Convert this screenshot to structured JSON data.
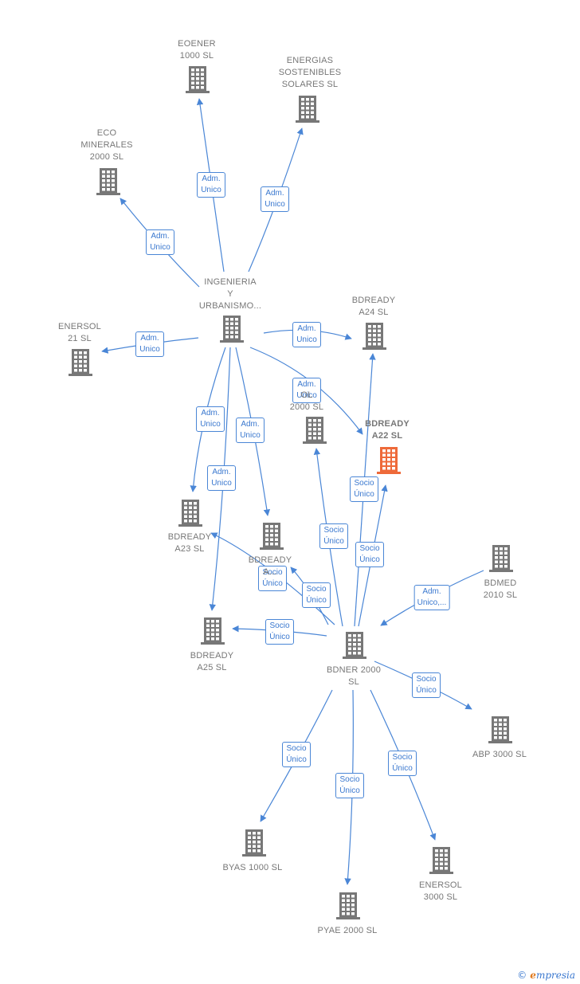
{
  "colors": {
    "edge": "#4a86d6",
    "node": "#777777",
    "highlight": "#ee6a3a"
  },
  "icon": "building-icon",
  "nodes": [
    {
      "id": "eoener",
      "label": "EOENER\n1000  SL"
    },
    {
      "id": "energias",
      "label": "ENERGIAS\nSOSTENIBLES\nSOLARES  SL"
    },
    {
      "id": "eco",
      "label": "ECO\nMINERALES\n2000  SL"
    },
    {
      "id": "ingenieria",
      "label": "INGENIERIA\nY\nURBANISMO..."
    },
    {
      "id": "enersol21",
      "label": "ENERSOL\n21  SL"
    },
    {
      "id": "bdready24",
      "label": "BDREADY\nA24  SL"
    },
    {
      "id": "bdready22",
      "label": "BDREADY\nA22  SL",
      "highlight": true
    },
    {
      "id": "x2000",
      "label": "OL\n2000  SL"
    },
    {
      "id": "bdready23",
      "label": "BDREADY\nA23  SL"
    },
    {
      "id": "bdreadyx",
      "label": "BDREADY\nA..."
    },
    {
      "id": "bdmed",
      "label": "BDMED\n2010  SL"
    },
    {
      "id": "bdready25",
      "label": "BDREADY\nA25  SL"
    },
    {
      "id": "bdner",
      "label": "BDNER 2000\nSL"
    },
    {
      "id": "abp",
      "label": "ABP 3000  SL"
    },
    {
      "id": "byas",
      "label": "BYAS 1000  SL"
    },
    {
      "id": "pyae",
      "label": "PYAE 2000  SL"
    },
    {
      "id": "enersol3000",
      "label": "ENERSOL\n3000  SL"
    }
  ],
  "edges": [
    {
      "from": "ingenieria",
      "to": "eoener",
      "label": "Adm.\nUnico"
    },
    {
      "from": "ingenieria",
      "to": "energias",
      "label": "Adm.\nUnico"
    },
    {
      "from": "ingenieria",
      "to": "eco",
      "label": "Adm.\nUnico"
    },
    {
      "from": "ingenieria",
      "to": "enersol21",
      "label": "Adm.\nUnico"
    },
    {
      "from": "ingenieria",
      "to": "bdready24",
      "label": "Adm.\nUnico"
    },
    {
      "from": "ingenieria",
      "to": "bdready22",
      "label": "Adm.\nUnico"
    },
    {
      "from": "ingenieria",
      "to": "bdready23",
      "label": "Adm.\nUnico"
    },
    {
      "from": "ingenieria",
      "to": "bdreadyx",
      "label": "Adm.\nUnico"
    },
    {
      "from": "ingenieria",
      "to": "bdready25",
      "label": "Adm.\nUnico"
    },
    {
      "from": "bdner",
      "to": "bdready22",
      "label": "Socio\nÚnico"
    },
    {
      "from": "bdner",
      "to": "x2000",
      "label": "Socio\nÚnico"
    },
    {
      "from": "bdner",
      "to": "bdready24",
      "label": "Socio\nÚnico"
    },
    {
      "from": "bdner",
      "to": "bdready23",
      "label": "Socio\nÚnico"
    },
    {
      "from": "bdner",
      "to": "bdreadyx",
      "label": "Socio\nÚnico"
    },
    {
      "from": "bdmed",
      "to": "bdner",
      "label": "Adm.\nUnico,..."
    },
    {
      "from": "bdner",
      "to": "bdready25",
      "label": "Socio\nÚnico"
    },
    {
      "from": "bdner",
      "to": "abp",
      "label": "Socio\nÚnico"
    },
    {
      "from": "bdner",
      "to": "byas",
      "label": "Socio\nÚnico"
    },
    {
      "from": "bdner",
      "to": "pyae",
      "label": "Socio\nÚnico"
    },
    {
      "from": "bdner",
      "to": "enersol3000",
      "label": "Socio\nÚnico"
    }
  ],
  "footer": {
    "copyright": "©",
    "brand_initial": "e",
    "brand_rest": "mpresia"
  }
}
